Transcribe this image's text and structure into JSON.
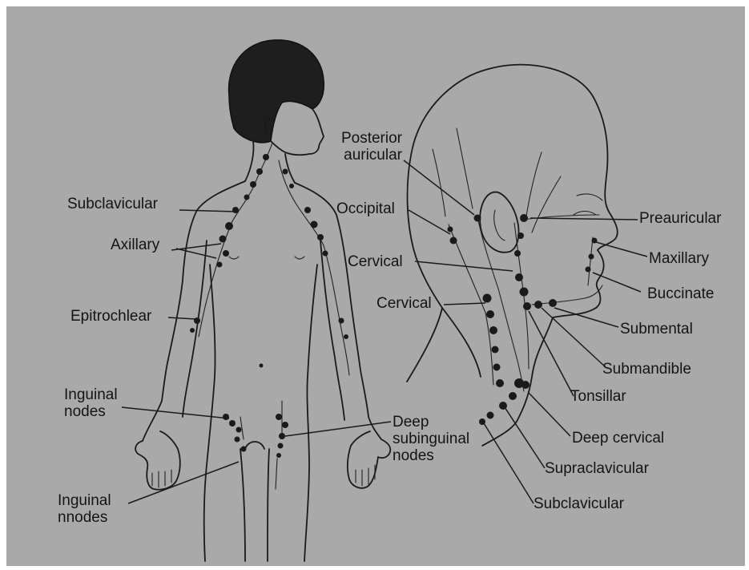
{
  "labels": {
    "subclavicular_left": "Subclavicular",
    "axillary": "Axillary",
    "epitrochlear": "Epitrochlear",
    "inguinal_nodes": "Inguinal\nnodes",
    "inguinal_nnodes": "Inguinal\nnnodes",
    "deep_subinguinal": "Deep\nsubinguinal\nnodes",
    "posterior_auricular": "Posterior\nauricular",
    "occipital": "Occipital",
    "cervical_1": "Cervical",
    "cervical_2": "Cervical",
    "preauricular": "Preauricular",
    "maxillary": "Maxillary",
    "buccinate": "Buccinate",
    "submental": "Submental",
    "submandible": "Submandible",
    "tonsillar": "Tonsillar",
    "deep_cervical": "Deep cervical",
    "supraclavicular": "Supraclavicular",
    "subclavicular_right": "Subclavicular"
  },
  "colors": {
    "background": "#a9a9a9",
    "ink": "#1a1a1a"
  }
}
